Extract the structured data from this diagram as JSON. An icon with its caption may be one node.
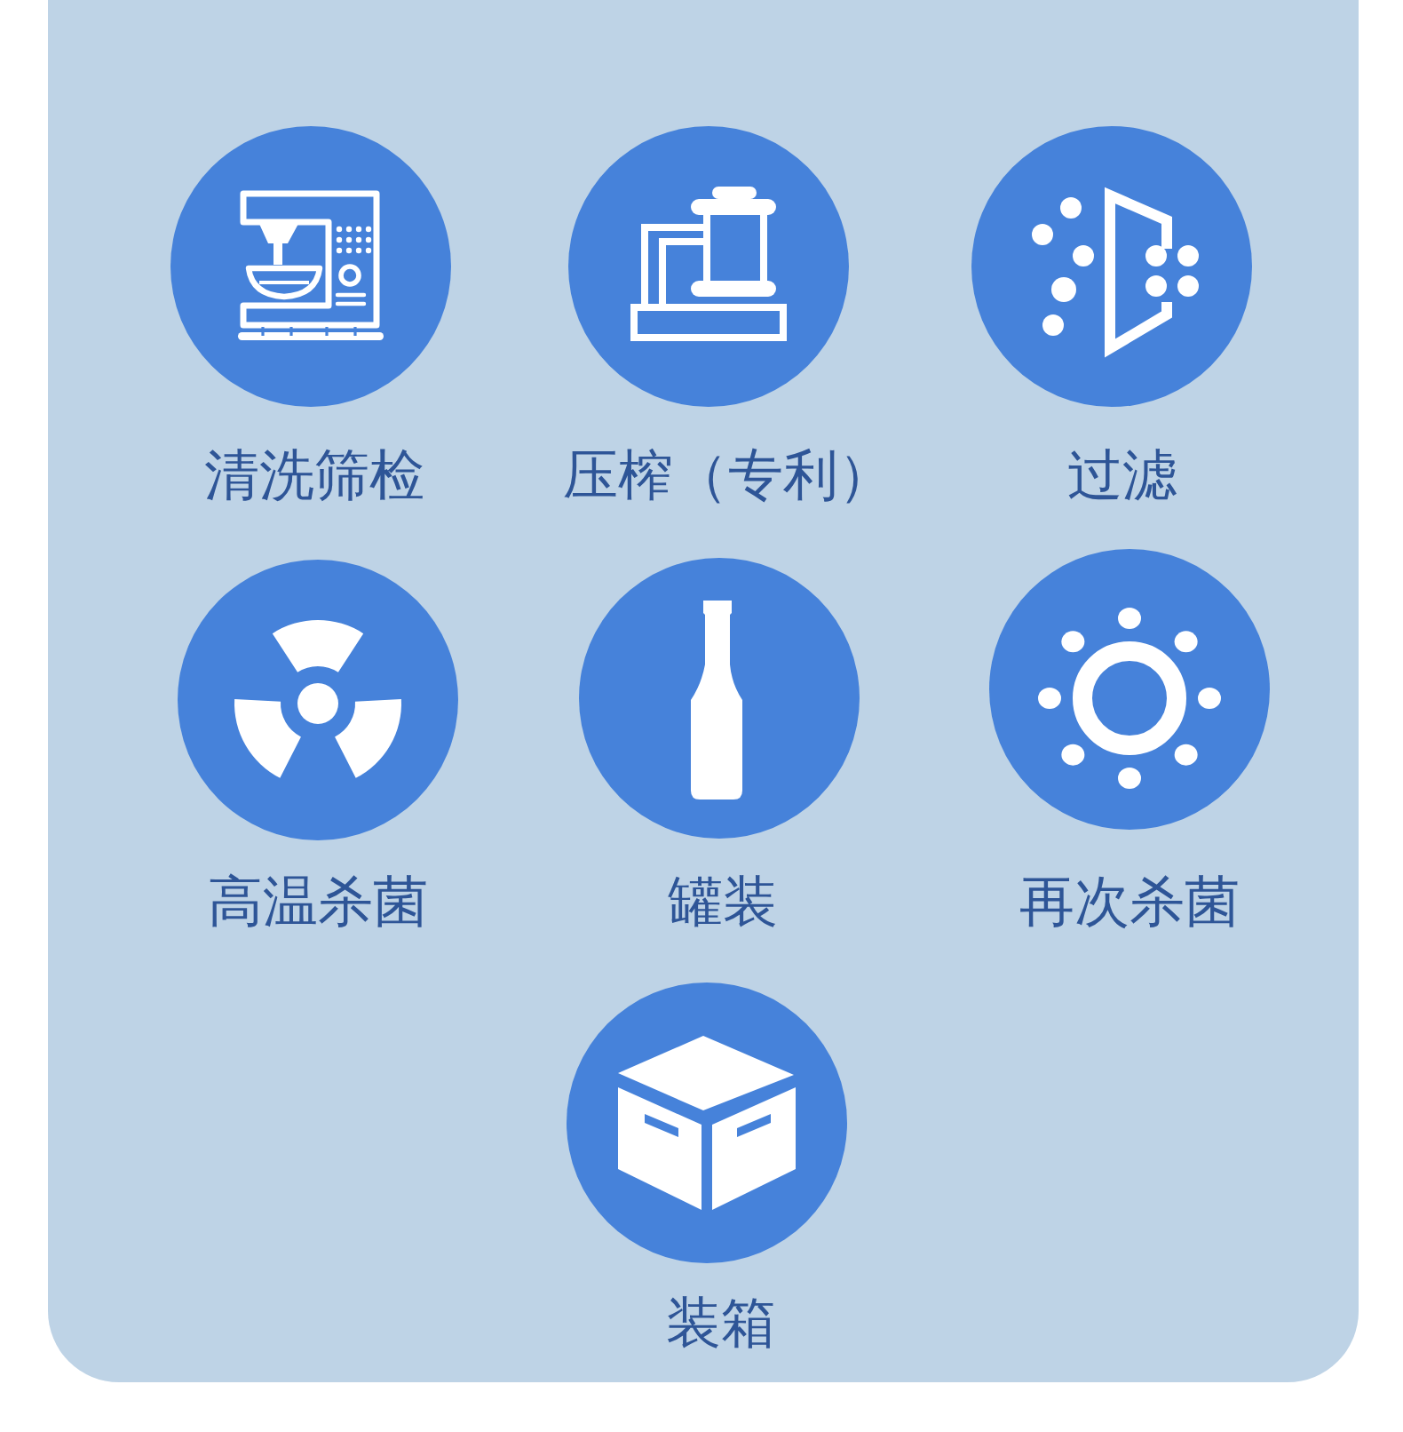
{
  "diagram": {
    "nodes": [
      {
        "text": [
          "清洗筛检"
        ]
      },
      {
        "text": [
          "压榨（专利）"
        ]
      },
      {
        "text": [
          "过滤"
        ]
      },
      {
        "text": [
          "高温杀菌"
        ]
      },
      {
        "text": [
          "罐装"
        ]
      },
      {
        "text": [
          "再次杀菌"
        ]
      },
      {
        "text": [
          "装箱"
        ]
      }
    ]
  }
}
